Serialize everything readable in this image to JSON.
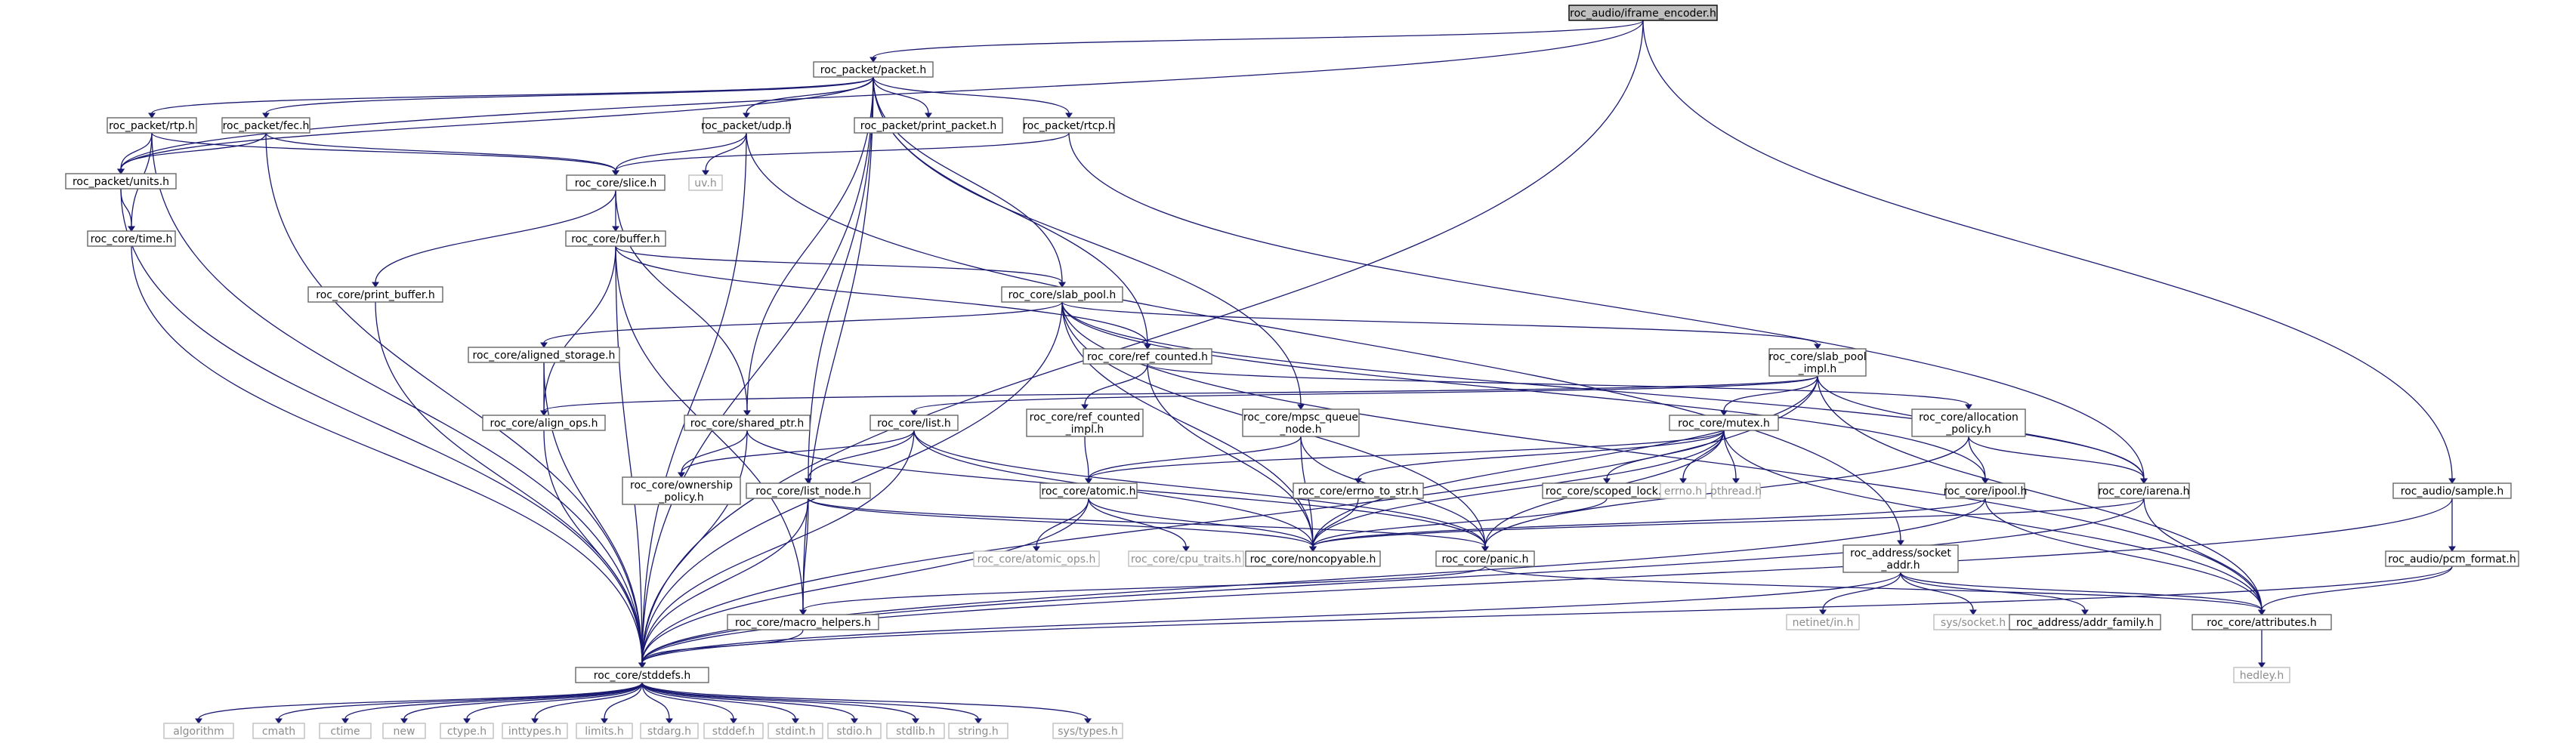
{
  "diagram": {
    "nodes": [
      {
        "id": "frame_encoder",
        "label": "roc_audio/iframe_encoder.h",
        "kind": "root"
      },
      {
        "id": "packet",
        "label": "roc_packet/packet.h"
      },
      {
        "id": "rtp",
        "label": "roc_packet/rtp.h"
      },
      {
        "id": "fec",
        "label": "roc_packet/fec.h"
      },
      {
        "id": "udp",
        "label": "roc_packet/udp.h"
      },
      {
        "id": "print_packet",
        "label": "roc_packet/print_packet.h"
      },
      {
        "id": "rtcp",
        "label": "roc_packet/rtcp.h"
      },
      {
        "id": "units",
        "label": "roc_packet/units.h"
      },
      {
        "id": "slice",
        "label": "roc_core/slice.h"
      },
      {
        "id": "uv",
        "label": "uv.h",
        "kind": "ext"
      },
      {
        "id": "time",
        "label": "roc_core/time.h"
      },
      {
        "id": "buffer",
        "label": "roc_core/buffer.h"
      },
      {
        "id": "print_buffer",
        "label": "roc_core/print_buffer.h"
      },
      {
        "id": "slab_pool",
        "label": "roc_core/slab_pool.h"
      },
      {
        "id": "aligned_storage",
        "label": "roc_core/aligned_storage.h"
      },
      {
        "id": "ref_counted",
        "label": "roc_core/ref_counted.h"
      },
      {
        "id": "slab_pool_impl",
        "label": "roc_core/slab_pool\n_impl.h"
      },
      {
        "id": "align_ops",
        "label": "roc_core/align_ops.h"
      },
      {
        "id": "shared_ptr",
        "label": "roc_core/shared_ptr.h"
      },
      {
        "id": "list",
        "label": "roc_core/list.h"
      },
      {
        "id": "ref_counted_impl",
        "label": "roc_core/ref_counted\n_impl.h"
      },
      {
        "id": "mpsc_queue_node",
        "label": "roc_core/mpsc_queue\n_node.h"
      },
      {
        "id": "mutex",
        "label": "roc_core/mutex.h"
      },
      {
        "id": "allocation_policy",
        "label": "roc_core/allocation\n_policy.h"
      },
      {
        "id": "ownership_policy",
        "label": "roc_core/ownership\n_policy.h"
      },
      {
        "id": "list_node",
        "label": "roc_core/list_node.h"
      },
      {
        "id": "atomic",
        "label": "roc_core/atomic.h"
      },
      {
        "id": "errno_to_str",
        "label": "roc_core/errno_to_str.h"
      },
      {
        "id": "scoped_lock",
        "label": "roc_core/scoped_lock.h"
      },
      {
        "id": "errno",
        "label": "errno.h",
        "kind": "ext"
      },
      {
        "id": "pthread",
        "label": "pthread.h",
        "kind": "ext"
      },
      {
        "id": "ipool",
        "label": "roc_core/ipool.h"
      },
      {
        "id": "iarena",
        "label": "roc_core/iarena.h"
      },
      {
        "id": "sample",
        "label": "roc_audio/sample.h"
      },
      {
        "id": "atomic_ops",
        "label": "roc_core/atomic_ops.h",
        "kind": "ext"
      },
      {
        "id": "cpu_traits",
        "label": "roc_core/cpu_traits.h",
        "kind": "ext"
      },
      {
        "id": "noncopyable",
        "label": "roc_core/noncopyable.h"
      },
      {
        "id": "panic",
        "label": "roc_core/panic.h"
      },
      {
        "id": "socket_addr",
        "label": "roc_address/socket\n_addr.h"
      },
      {
        "id": "pcm_format",
        "label": "roc_audio/pcm_format.h"
      },
      {
        "id": "macro_helpers",
        "label": "roc_core/macro_helpers.h"
      },
      {
        "id": "netinet_in",
        "label": "netinet/in.h",
        "kind": "ext"
      },
      {
        "id": "sys_socket",
        "label": "sys/socket.h",
        "kind": "ext"
      },
      {
        "id": "addr_family",
        "label": "roc_address/addr_family.h"
      },
      {
        "id": "attributes",
        "label": "roc_core/attributes.h"
      },
      {
        "id": "hedley",
        "label": "hedley.h",
        "kind": "ext"
      },
      {
        "id": "stddefs",
        "label": "roc_core/stddefs.h"
      },
      {
        "id": "algorithm",
        "label": "algorithm",
        "kind": "ext"
      },
      {
        "id": "cmath",
        "label": "cmath",
        "kind": "ext"
      },
      {
        "id": "ctime",
        "label": "ctime",
        "kind": "ext"
      },
      {
        "id": "new",
        "label": "new",
        "kind": "ext"
      },
      {
        "id": "ctype",
        "label": "ctype.h",
        "kind": "ext"
      },
      {
        "id": "inttypes",
        "label": "inttypes.h",
        "kind": "ext"
      },
      {
        "id": "limits",
        "label": "limits.h",
        "kind": "ext"
      },
      {
        "id": "stdarg",
        "label": "stdarg.h",
        "kind": "ext"
      },
      {
        "id": "stddef",
        "label": "stddef.h",
        "kind": "ext"
      },
      {
        "id": "stdint",
        "label": "stdint.h",
        "kind": "ext"
      },
      {
        "id": "stdio",
        "label": "stdio.h",
        "kind": "ext"
      },
      {
        "id": "stdlib",
        "label": "stdlib.h",
        "kind": "ext"
      },
      {
        "id": "string",
        "label": "string.h",
        "kind": "ext"
      },
      {
        "id": "sys_types",
        "label": "sys/types.h",
        "kind": "ext"
      }
    ],
    "edges": [
      [
        "frame_encoder",
        "packet"
      ],
      [
        "frame_encoder",
        "units"
      ],
      [
        "frame_encoder",
        "sample"
      ],
      [
        "frame_encoder",
        "stddefs"
      ],
      [
        "packet",
        "rtp"
      ],
      [
        "packet",
        "fec"
      ],
      [
        "packet",
        "udp"
      ],
      [
        "packet",
        "print_packet"
      ],
      [
        "packet",
        "rtcp"
      ],
      [
        "packet",
        "units"
      ],
      [
        "packet",
        "slab_pool"
      ],
      [
        "packet",
        "ref_counted"
      ],
      [
        "packet",
        "shared_ptr"
      ],
      [
        "packet",
        "list_node"
      ],
      [
        "packet",
        "mpsc_queue_node"
      ],
      [
        "packet",
        "macro_helpers"
      ],
      [
        "packet",
        "stddefs"
      ],
      [
        "rtp",
        "units"
      ],
      [
        "rtp",
        "time"
      ],
      [
        "rtp",
        "slice"
      ],
      [
        "rtp",
        "stddefs"
      ],
      [
        "fec",
        "units"
      ],
      [
        "fec",
        "slice"
      ],
      [
        "fec",
        "stddefs"
      ],
      [
        "udp",
        "slice"
      ],
      [
        "udp",
        "uv"
      ],
      [
        "udp",
        "socket_addr"
      ],
      [
        "udp",
        "stddefs"
      ],
      [
        "rtcp",
        "slice"
      ],
      [
        "rtcp",
        "iarena"
      ],
      [
        "units",
        "time"
      ],
      [
        "units",
        "stddefs"
      ],
      [
        "time",
        "stddefs"
      ],
      [
        "slice",
        "buffer"
      ],
      [
        "slice",
        "print_buffer"
      ],
      [
        "slice",
        "shared_ptr"
      ],
      [
        "buffer",
        "slab_pool"
      ],
      [
        "buffer",
        "ref_counted"
      ],
      [
        "buffer",
        "align_ops"
      ],
      [
        "buffer",
        "macro_helpers"
      ],
      [
        "buffer",
        "stddefs"
      ],
      [
        "print_buffer",
        "stddefs"
      ],
      [
        "slab_pool",
        "slab_pool_impl"
      ],
      [
        "slab_pool",
        "aligned_storage"
      ],
      [
        "slab_pool",
        "ipool"
      ],
      [
        "slab_pool",
        "iarena"
      ],
      [
        "slab_pool",
        "noncopyable"
      ],
      [
        "slab_pool",
        "attributes"
      ],
      [
        "slab_pool",
        "panic"
      ],
      [
        "slab_pool",
        "stddefs"
      ],
      [
        "aligned_storage",
        "align_ops"
      ],
      [
        "aligned_storage",
        "stddefs"
      ],
      [
        "ref_counted",
        "ref_counted_impl"
      ],
      [
        "ref_counted",
        "allocation_policy"
      ],
      [
        "ref_counted",
        "noncopyable"
      ],
      [
        "slab_pool_impl",
        "list"
      ],
      [
        "slab_pool_impl",
        "mutex"
      ],
      [
        "slab_pool_impl",
        "iarena"
      ],
      [
        "slab_pool_impl",
        "align_ops"
      ],
      [
        "slab_pool_impl",
        "noncopyable"
      ],
      [
        "slab_pool_impl",
        "attributes"
      ],
      [
        "slab_pool_impl",
        "stddefs"
      ],
      [
        "align_ops",
        "stddefs"
      ],
      [
        "shared_ptr",
        "ownership_policy"
      ],
      [
        "shared_ptr",
        "panic"
      ],
      [
        "shared_ptr",
        "stddefs"
      ],
      [
        "list",
        "list_node"
      ],
      [
        "list",
        "ownership_policy"
      ],
      [
        "list",
        "noncopyable"
      ],
      [
        "list",
        "panic"
      ],
      [
        "list",
        "stddefs"
      ],
      [
        "ref_counted_impl",
        "atomic"
      ],
      [
        "mpsc_queue_node",
        "atomic"
      ],
      [
        "mpsc_queue_node",
        "noncopyable"
      ],
      [
        "mpsc_queue_node",
        "panic"
      ],
      [
        "mutex",
        "atomic"
      ],
      [
        "mutex",
        "errno_to_str"
      ],
      [
        "mutex",
        "scoped_lock"
      ],
      [
        "mutex",
        "errno"
      ],
      [
        "mutex",
        "pthread"
      ],
      [
        "mutex",
        "noncopyable"
      ],
      [
        "mutex",
        "panic"
      ],
      [
        "mutex",
        "attributes"
      ],
      [
        "allocation_policy",
        "ipool"
      ],
      [
        "allocation_policy",
        "iarena"
      ],
      [
        "allocation_policy",
        "panic"
      ],
      [
        "list_node",
        "noncopyable"
      ],
      [
        "list_node",
        "panic"
      ],
      [
        "list_node",
        "macro_helpers"
      ],
      [
        "list_node",
        "stddefs"
      ],
      [
        "atomic",
        "atomic_ops"
      ],
      [
        "atomic",
        "cpu_traits"
      ],
      [
        "atomic",
        "noncopyable"
      ],
      [
        "atomic",
        "stddefs"
      ],
      [
        "errno_to_str",
        "noncopyable"
      ],
      [
        "scoped_lock",
        "noncopyable"
      ],
      [
        "ipool",
        "noncopyable"
      ],
      [
        "ipool",
        "attributes"
      ],
      [
        "ipool",
        "stddefs"
      ],
      [
        "iarena",
        "noncopyable"
      ],
      [
        "iarena",
        "attributes"
      ],
      [
        "iarena",
        "stddefs"
      ],
      [
        "panic",
        "macro_helpers"
      ],
      [
        "panic",
        "attributes"
      ],
      [
        "sample",
        "pcm_format"
      ],
      [
        "sample",
        "stddefs"
      ],
      [
        "pcm_format",
        "attributes"
      ],
      [
        "pcm_format",
        "stddefs"
      ],
      [
        "socket_addr",
        "addr_family"
      ],
      [
        "socket_addr",
        "attributes"
      ],
      [
        "socket_addr",
        "netinet_in"
      ],
      [
        "socket_addr",
        "sys_socket"
      ],
      [
        "socket_addr",
        "stddefs"
      ],
      [
        "macro_helpers",
        "stddefs"
      ],
      [
        "attributes",
        "hedley"
      ],
      [
        "stddefs",
        "algorithm"
      ],
      [
        "stddefs",
        "cmath"
      ],
      [
        "stddefs",
        "ctime"
      ],
      [
        "stddefs",
        "new"
      ],
      [
        "stddefs",
        "ctype"
      ],
      [
        "stddefs",
        "inttypes"
      ],
      [
        "stddefs",
        "limits"
      ],
      [
        "stddefs",
        "stdarg"
      ],
      [
        "stddefs",
        "stddef"
      ],
      [
        "stddefs",
        "stdint"
      ],
      [
        "stddefs",
        "stdio"
      ],
      [
        "stddefs",
        "stdlib"
      ],
      [
        "stddefs",
        "string"
      ],
      [
        "stddefs",
        "sys_types"
      ]
    ]
  }
}
